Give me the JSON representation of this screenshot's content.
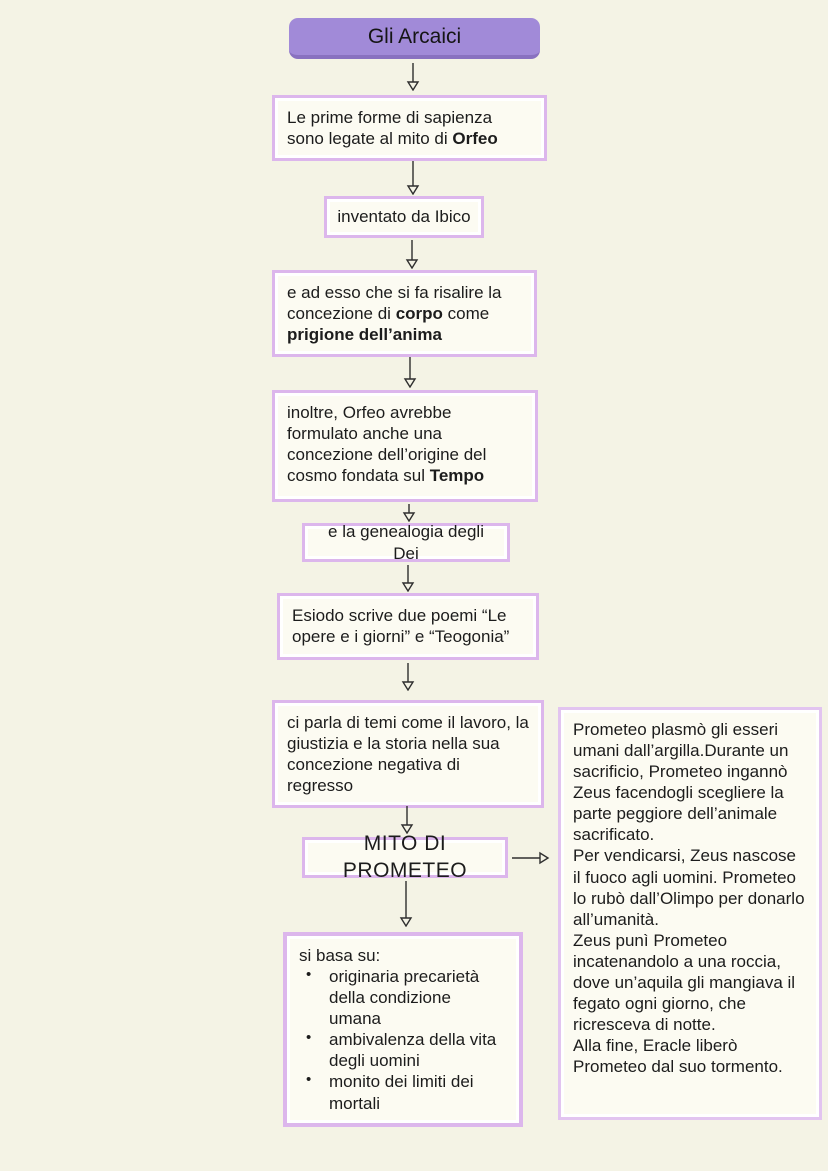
{
  "page": {
    "background_color": "#f4f3e5"
  },
  "palette": {
    "title_fill": "#a18ad8",
    "title_bottom_edge": "#8971c0",
    "node_border": "#dcb6ec",
    "node_fill": "#fcfbf2",
    "text_color": "#1c1c1c",
    "arrow_color": "#2e2e2e"
  },
  "title": {
    "label": "Gli Arcaici"
  },
  "nodes": {
    "sapienza": {
      "t1": "Le prime forme di sapienza sono legate al mito di ",
      "b1": "Orfeo"
    },
    "ibico": {
      "text": "inventato da Ibico"
    },
    "corpo": {
      "t1": "e ad esso che si fa risalire la concezione di ",
      "b1": "corpo",
      "t2": " come ",
      "b2": "prigione dell’anima"
    },
    "tempo": {
      "t1": "inoltre, Orfeo avrebbe formulato anche una concezione dell’origine del cosmo fondata sul ",
      "b1": "Tempo"
    },
    "genealogia": {
      "text": "e la genealogia degli Dei"
    },
    "esiodo": {
      "text": "Esiodo scrive due poemi “Le opere e i giorni” e “Teogonia”"
    },
    "temi": {
      "text": "ci parla di temi come il lavoro, la giustizia e la storia nella sua concezione negativa di regresso"
    },
    "prometeo": {
      "text": "MITO DI PROMETEO"
    },
    "si_basa": {
      "header": "si basa su:",
      "bullets": [
        "originaria precarietà della condizione umana",
        "ambivalenza della vita degli uomini",
        "monito dei limiti dei mortali"
      ]
    },
    "prometeo_story": {
      "text": "Prometeo plasmò gli esseri umani dall’argilla.Durante un sacrificio, Prometeo ingannò Zeus facendogli scegliere la parte peggiore dell’animale sacrificato.\nPer vendicarsi, Zeus nascose il fuoco agli uomini. Prometeo lo rubò dall’Olimpo per donarlo all’umanità.\nZeus punì Prometeo incatenandolo a una roccia, dove un’aquila gli mangiava il fegato ogni giorno, che ricresceva di notte.\nAlla fine, Eracle liberò Prometeo dal suo tormento."
    }
  }
}
